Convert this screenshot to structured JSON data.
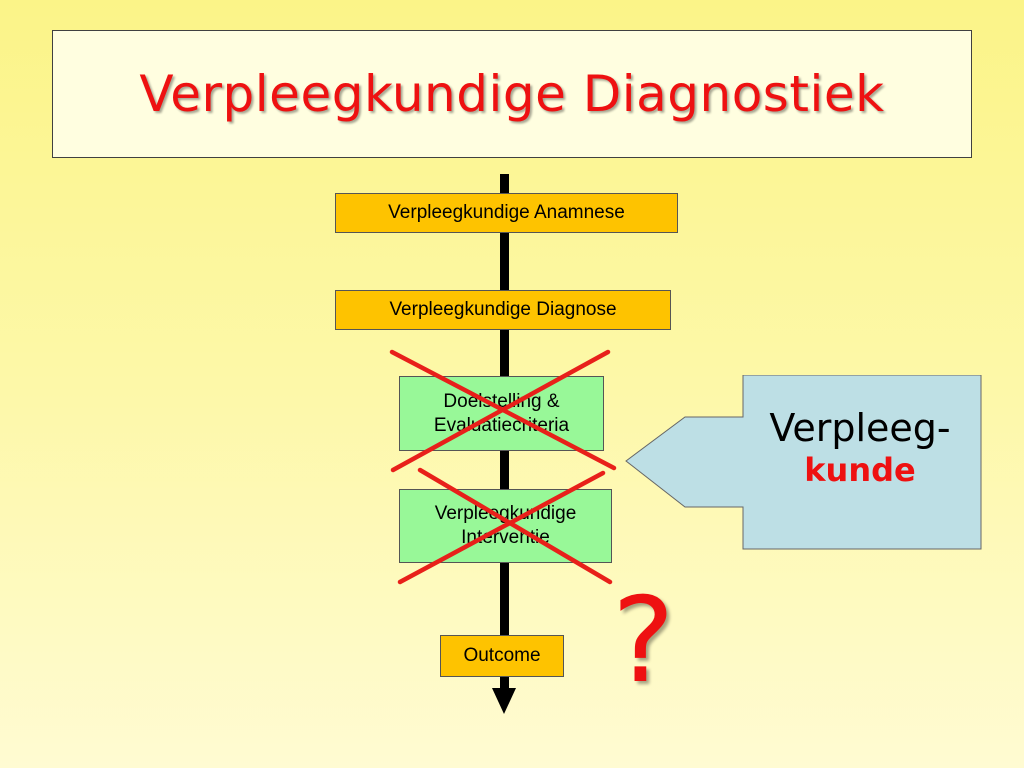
{
  "title": "Verpleegkundige Diagnostiek",
  "steps": [
    {
      "label": "Verpleegkundige Anamnese",
      "color": "#fec300"
    },
    {
      "label": "Verpleegkundige Diagnose",
      "color": "#fec300"
    },
    {
      "label": "Doelstelling &\nEvaluatiecriteria",
      "color": "#98f898"
    },
    {
      "label": "Verpleegkundige\nInterventie",
      "color": "#98f898"
    },
    {
      "label": "Outcome",
      "color": "#fec300"
    }
  ],
  "callout": {
    "line1": "Verpleeg-",
    "line2": "kunde",
    "fill": "#bddfe5"
  },
  "question_mark": "?",
  "colors": {
    "accent_red": "#ee1111",
    "cross_red": "#e8201a",
    "background": "#fdf8a8"
  }
}
